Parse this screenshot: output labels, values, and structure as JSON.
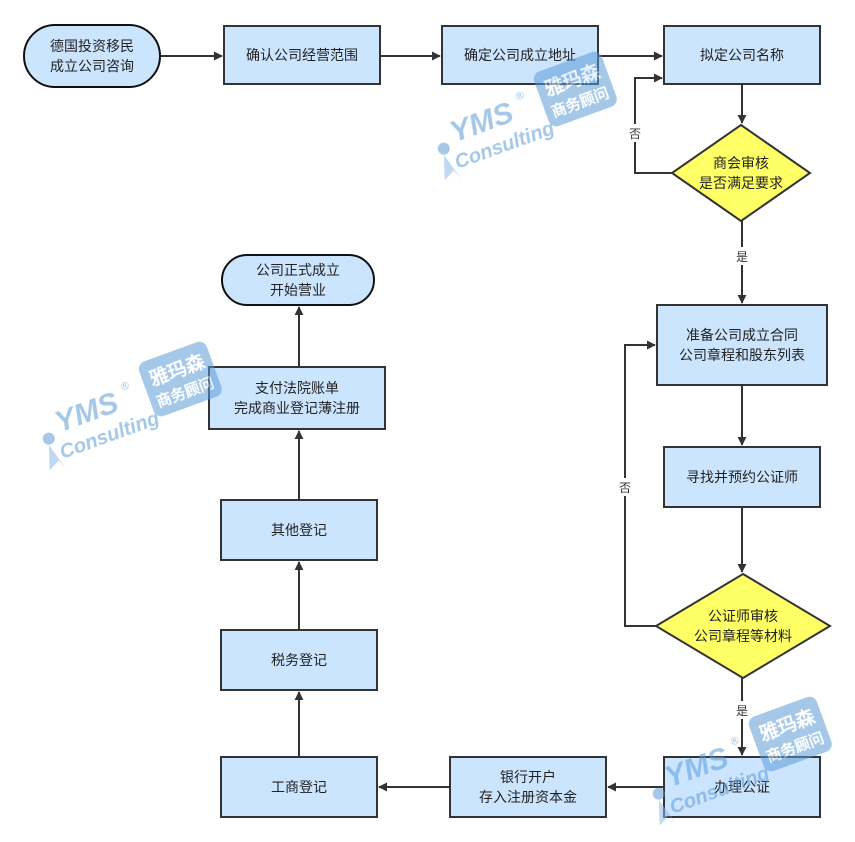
{
  "colors": {
    "process_fill": "#cce5ff",
    "decision_fill": "#ffff66",
    "stroke": "#333333",
    "watermark": "#5b9bd5"
  },
  "nodes": [
    {
      "id": "start",
      "type": "terminator",
      "lines": [
        "德国投资移民",
        "成立公司咨询"
      ]
    },
    {
      "id": "scope",
      "type": "process",
      "lines": [
        "确认公司经营范围"
      ]
    },
    {
      "id": "address",
      "type": "process",
      "lines": [
        "确定公司成立地址"
      ]
    },
    {
      "id": "name",
      "type": "process",
      "lines": [
        "拟定公司名称"
      ]
    },
    {
      "id": "chamber",
      "type": "decision",
      "lines": [
        "商会审核",
        "是否满足要求"
      ]
    },
    {
      "id": "docs",
      "type": "process",
      "lines": [
        "准备公司成立合同",
        "公司章程和股东列表"
      ]
    },
    {
      "id": "notary_find",
      "type": "process",
      "lines": [
        "寻找并预约公证师"
      ]
    },
    {
      "id": "notary_review",
      "type": "decision",
      "lines": [
        "公证师审核",
        "公司章程等材料"
      ]
    },
    {
      "id": "notarize",
      "type": "process",
      "lines": [
        "办理公证"
      ]
    },
    {
      "id": "bank",
      "type": "process",
      "lines": [
        "银行开户",
        "存入注册资本金"
      ]
    },
    {
      "id": "trade_reg",
      "type": "process",
      "lines": [
        "工商登记"
      ]
    },
    {
      "id": "tax_reg",
      "type": "process",
      "lines": [
        "税务登记"
      ]
    },
    {
      "id": "other_reg",
      "type": "process",
      "lines": [
        "其他登记"
      ]
    },
    {
      "id": "court",
      "type": "process",
      "lines": [
        "支付法院账单",
        "完成商业登记薄注册"
      ]
    },
    {
      "id": "end",
      "type": "terminator",
      "lines": [
        "公司正式成立",
        "开始营业"
      ]
    }
  ],
  "edges": [
    {
      "from": "start",
      "to": "scope",
      "label": ""
    },
    {
      "from": "scope",
      "to": "address",
      "label": ""
    },
    {
      "from": "address",
      "to": "name",
      "label": ""
    },
    {
      "from": "name",
      "to": "chamber",
      "label": ""
    },
    {
      "from": "chamber",
      "to": "name",
      "label": "否"
    },
    {
      "from": "chamber",
      "to": "docs",
      "label": "是"
    },
    {
      "from": "docs",
      "to": "notary_find",
      "label": ""
    },
    {
      "from": "notary_find",
      "to": "notary_review",
      "label": ""
    },
    {
      "from": "notary_review",
      "to": "docs",
      "label": "否"
    },
    {
      "from": "notary_review",
      "to": "notarize",
      "label": "是"
    },
    {
      "from": "notarize",
      "to": "bank",
      "label": ""
    },
    {
      "from": "bank",
      "to": "trade_reg",
      "label": ""
    },
    {
      "from": "trade_reg",
      "to": "tax_reg",
      "label": ""
    },
    {
      "from": "tax_reg",
      "to": "other_reg",
      "label": ""
    },
    {
      "from": "other_reg",
      "to": "court",
      "label": ""
    },
    {
      "from": "court",
      "to": "end",
      "label": ""
    }
  ],
  "watermark": {
    "brand": "YMS",
    "registered": "®",
    "sub": "Consulting",
    "badge_line1": "雅玛森",
    "badge_line2": "商务顾问"
  }
}
